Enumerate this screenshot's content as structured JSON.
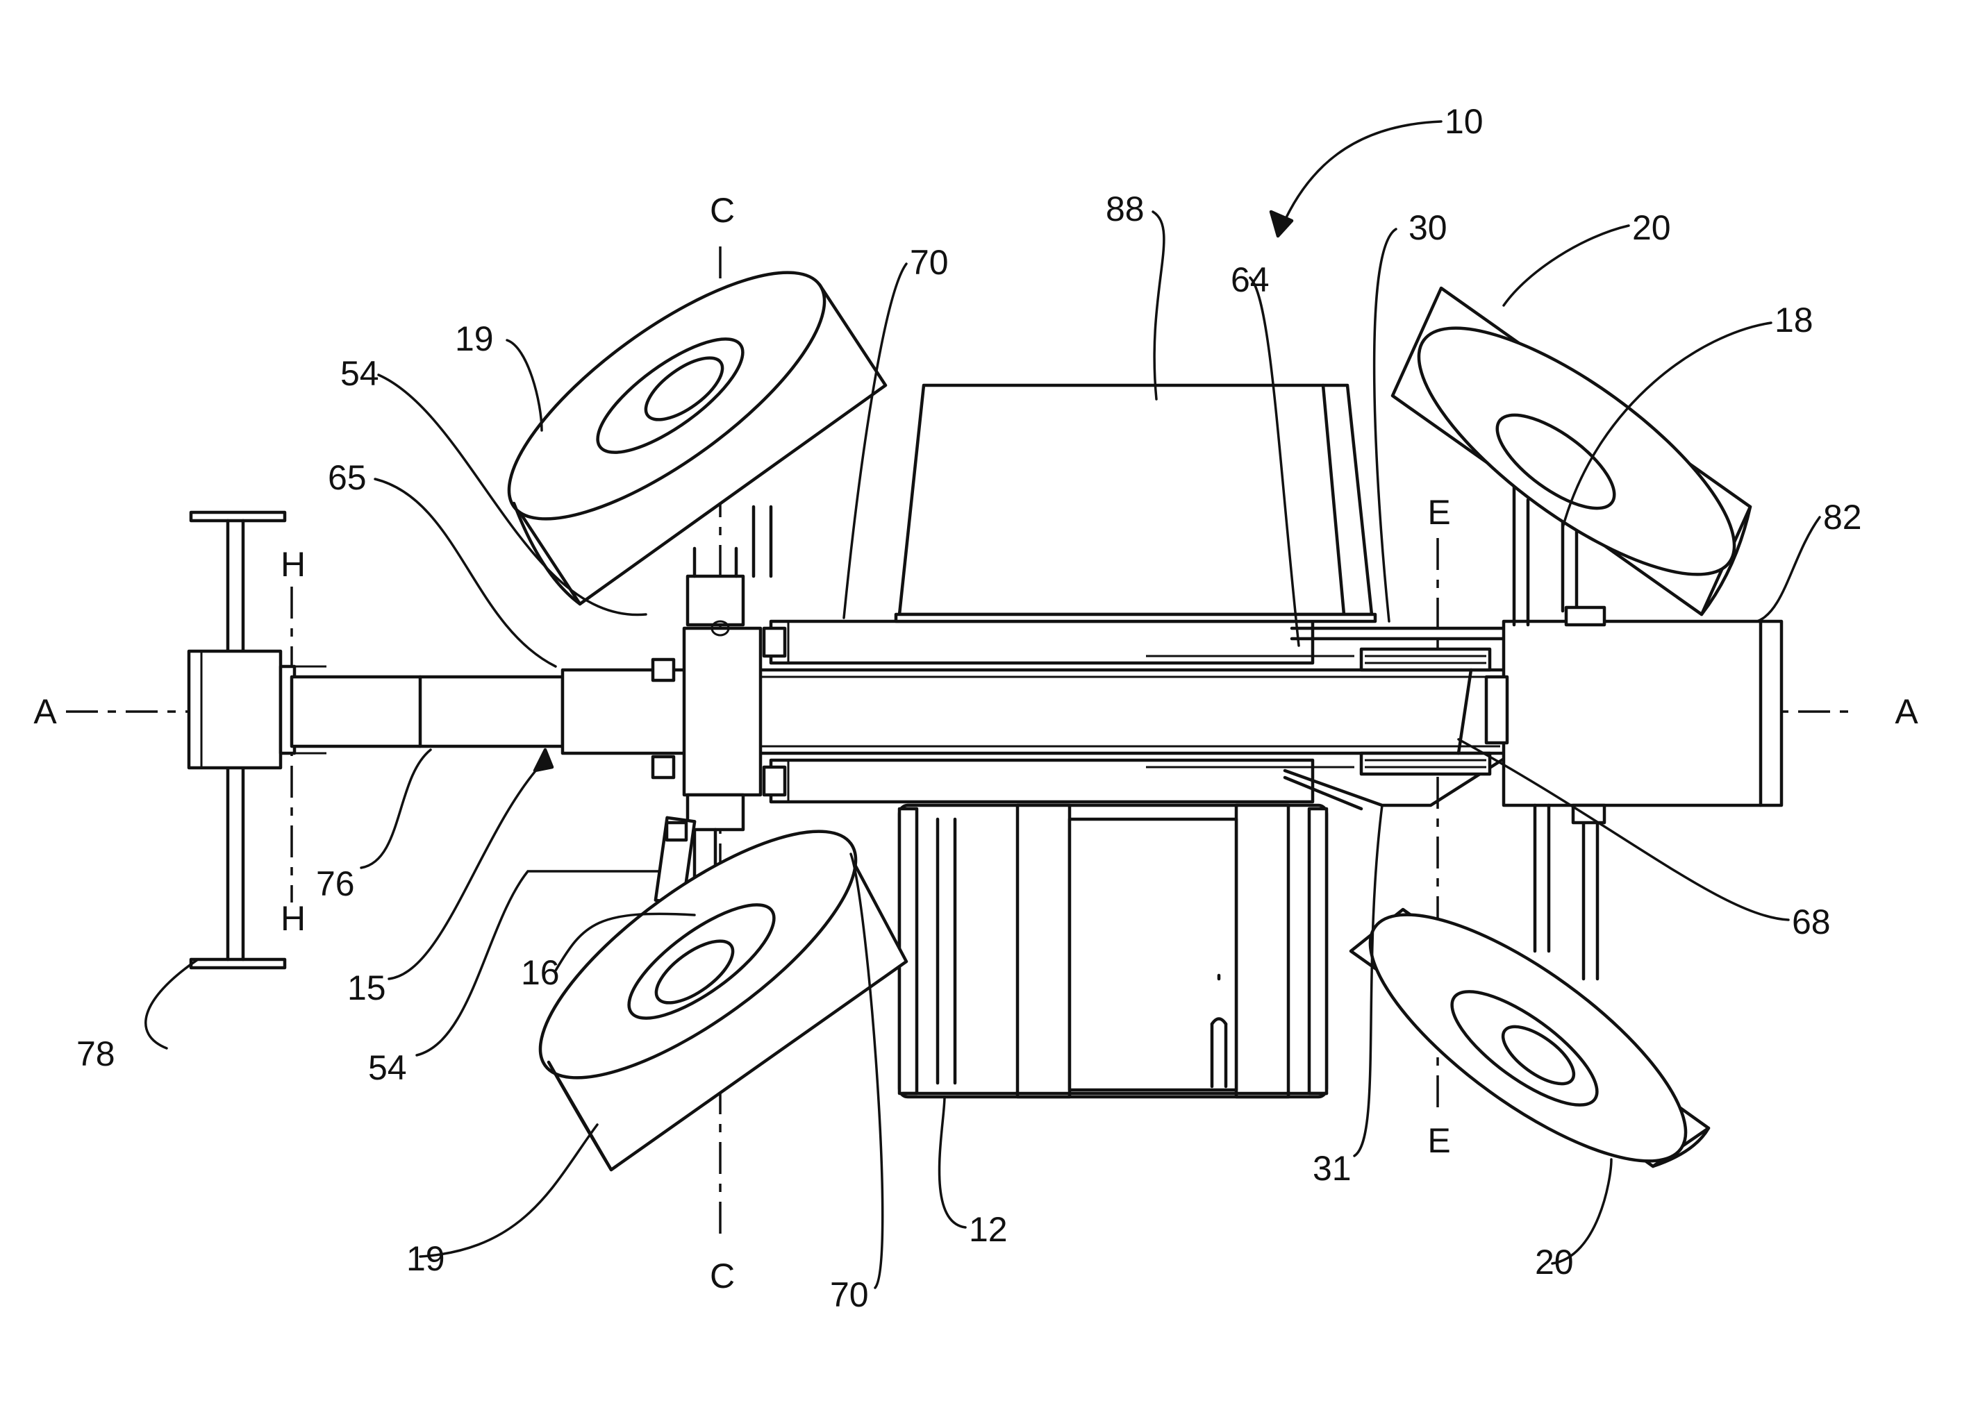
{
  "reference_numerals": {
    "r10": "10",
    "r12": "12",
    "r15": "15",
    "r16": "16",
    "r18": "18",
    "r19_top": "19",
    "r19_bottom": "19",
    "r20_top": "20",
    "r20_bottom": "20",
    "r30": "30",
    "r31": "31",
    "r54_top": "54",
    "r54_bottom": "54",
    "r64": "64",
    "r65": "65",
    "r68": "68",
    "r70_top": "70",
    "r70_bottom": "70",
    "r76": "76",
    "r78": "78",
    "r82": "82",
    "r88": "88"
  },
  "axis_labels": {
    "a_left": "A",
    "a_right": "A",
    "c_top": "C",
    "c_bottom": "C",
    "e_top": "E",
    "e_bottom": "E",
    "h_top": "H",
    "h_bottom": "H"
  },
  "colors": {
    "line": "#111111",
    "background": "#ffffff"
  }
}
